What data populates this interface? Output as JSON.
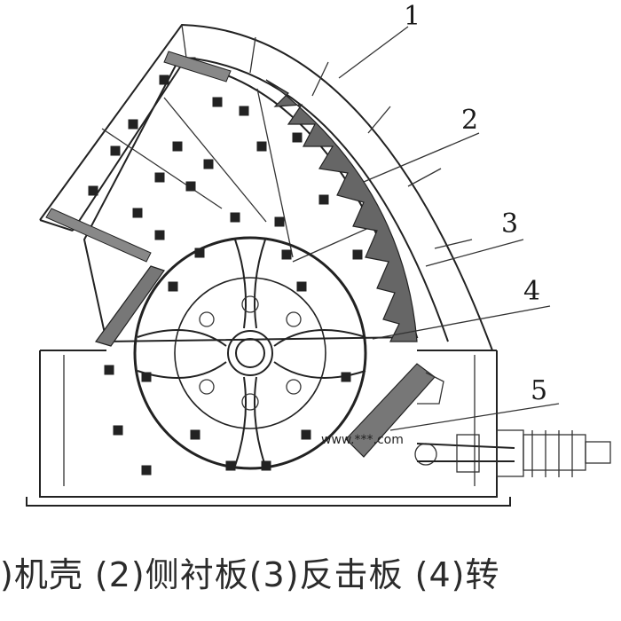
{
  "labels": [
    "1",
    "2",
    "3",
    "4",
    "5"
  ],
  "watermark": "www.***.com",
  "caption": ")机壳 (2)侧衬板(3)反击板 (4)转"
}
